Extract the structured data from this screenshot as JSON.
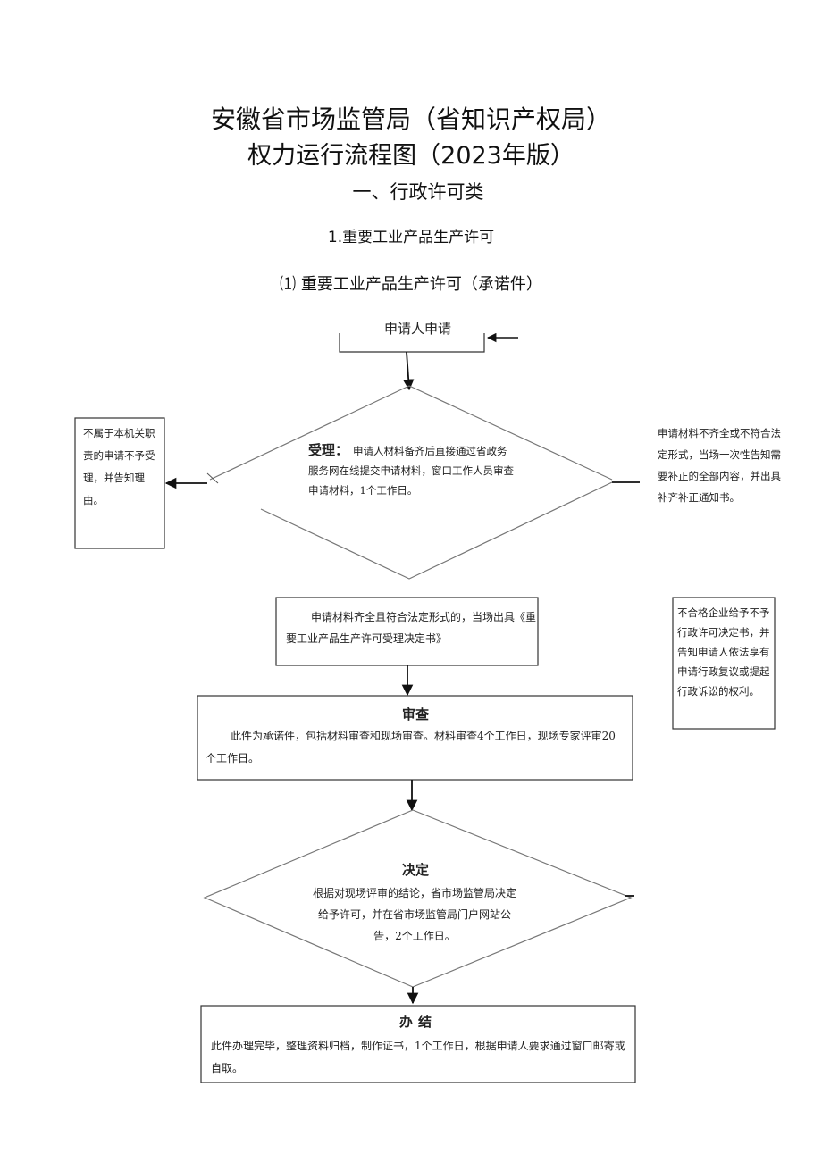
{
  "header": {
    "title_line1": "安徽省市场监管局（省知识产权局）",
    "title_line2": "权力运行流程图（2023年版）",
    "section": "一、行政许可类",
    "subsection": "1.重要工业产品生产许可",
    "subtitle": "⑴ 重要工业产品生产许可（承诺件）"
  },
  "flow": {
    "start": "申请人申请",
    "accept_label": "受理：",
    "accept_desc": "申请人材料备齐后直接通过省政务服务网在线提交申请材料，窗口工作人员审查申请材料，1个工作日。",
    "reject": "不属于本机关职责的申请不予受理，并告知理由。",
    "supplement": "申请材料不齐全或不符合法定形式，当场一次性告知需要补正的全部内容，并出具补齐补正通知书。",
    "accepted": "申请材料齐全且符合法定形式的，当场出具《重要工业产品生产许可受理决定书》",
    "no_permit": "不合格企业给予不予行政许可决定书，并告知申请人依法享有申请行政复议或提起行政诉讼的权利。",
    "review_label": "审查",
    "review_desc": "此件为承诺件，包括材料审查和现场审查。材料审查4个工作日，现场专家评审20个工作日。",
    "decide_label": "决定",
    "decide_desc": "根据对现场评审的结论，省市场监管局决定给予许可，并在省市场监管局门户网站公告，2个工作日。",
    "close_label": "办结",
    "close_desc": "此件办理完毕，整理资料归档，制作证书，1个工作日，根据申请人要求通过窗口邮寄或自取。"
  }
}
